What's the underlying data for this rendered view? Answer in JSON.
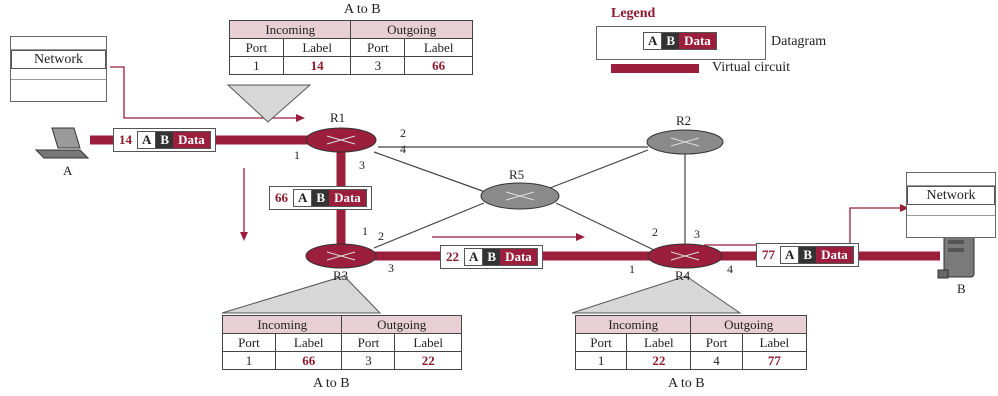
{
  "legend": {
    "title": "Legend",
    "datagram_label": "Datagram",
    "virtual_circuit_label": "Virtual circuit",
    "packet": {
      "a": "A",
      "b": "B",
      "data": "Data"
    }
  },
  "tables": {
    "r1": {
      "caption": "A to B",
      "incoming": "Incoming",
      "outgoing": "Outgoing",
      "port_hdr": "Port",
      "label_hdr": "Label",
      "in_port": "1",
      "in_label": "14",
      "out_port": "3",
      "out_label": "66"
    },
    "r3": {
      "caption": "A to B",
      "incoming": "Incoming",
      "outgoing": "Outgoing",
      "port_hdr": "Port",
      "label_hdr": "Label",
      "in_port": "1",
      "in_label": "66",
      "out_port": "3",
      "out_label": "22"
    },
    "r4": {
      "caption": "A to B",
      "incoming": "Incoming",
      "outgoing": "Outgoing",
      "port_hdr": "Port",
      "label_hdr": "Label",
      "in_port": "1",
      "in_label": "22",
      "out_port": "4",
      "out_label": "77"
    }
  },
  "packets": {
    "p14": {
      "label": "14",
      "a": "A",
      "b": "B",
      "data": "Data"
    },
    "p66": {
      "label": "66",
      "a": "A",
      "b": "B",
      "data": "Data"
    },
    "p22": {
      "label": "22",
      "a": "A",
      "b": "B",
      "data": "Data"
    },
    "p77": {
      "label": "77",
      "a": "A",
      "b": "B",
      "data": "Data"
    }
  },
  "routers": {
    "r1": "R1",
    "r2": "R2",
    "r3": "R3",
    "r4": "R4",
    "r5": "R5"
  },
  "hosts": {
    "a": "A",
    "b": "B"
  },
  "stacks": {
    "left": "Network",
    "right": "Network"
  },
  "ports": {
    "r1_1": "1",
    "r1_2": "2",
    "r1_3": "3",
    "r1_4": "4",
    "r3_1": "1",
    "r3_2": "2",
    "r3_3": "3",
    "r4_1": "1",
    "r4_2": "2",
    "r4_3": "3",
    "r4_4": "4"
  },
  "colors": {
    "virtual_circuit": "#9b1e3c",
    "table_header": "#e8cfd5",
    "router": "#8a8a8a"
  }
}
